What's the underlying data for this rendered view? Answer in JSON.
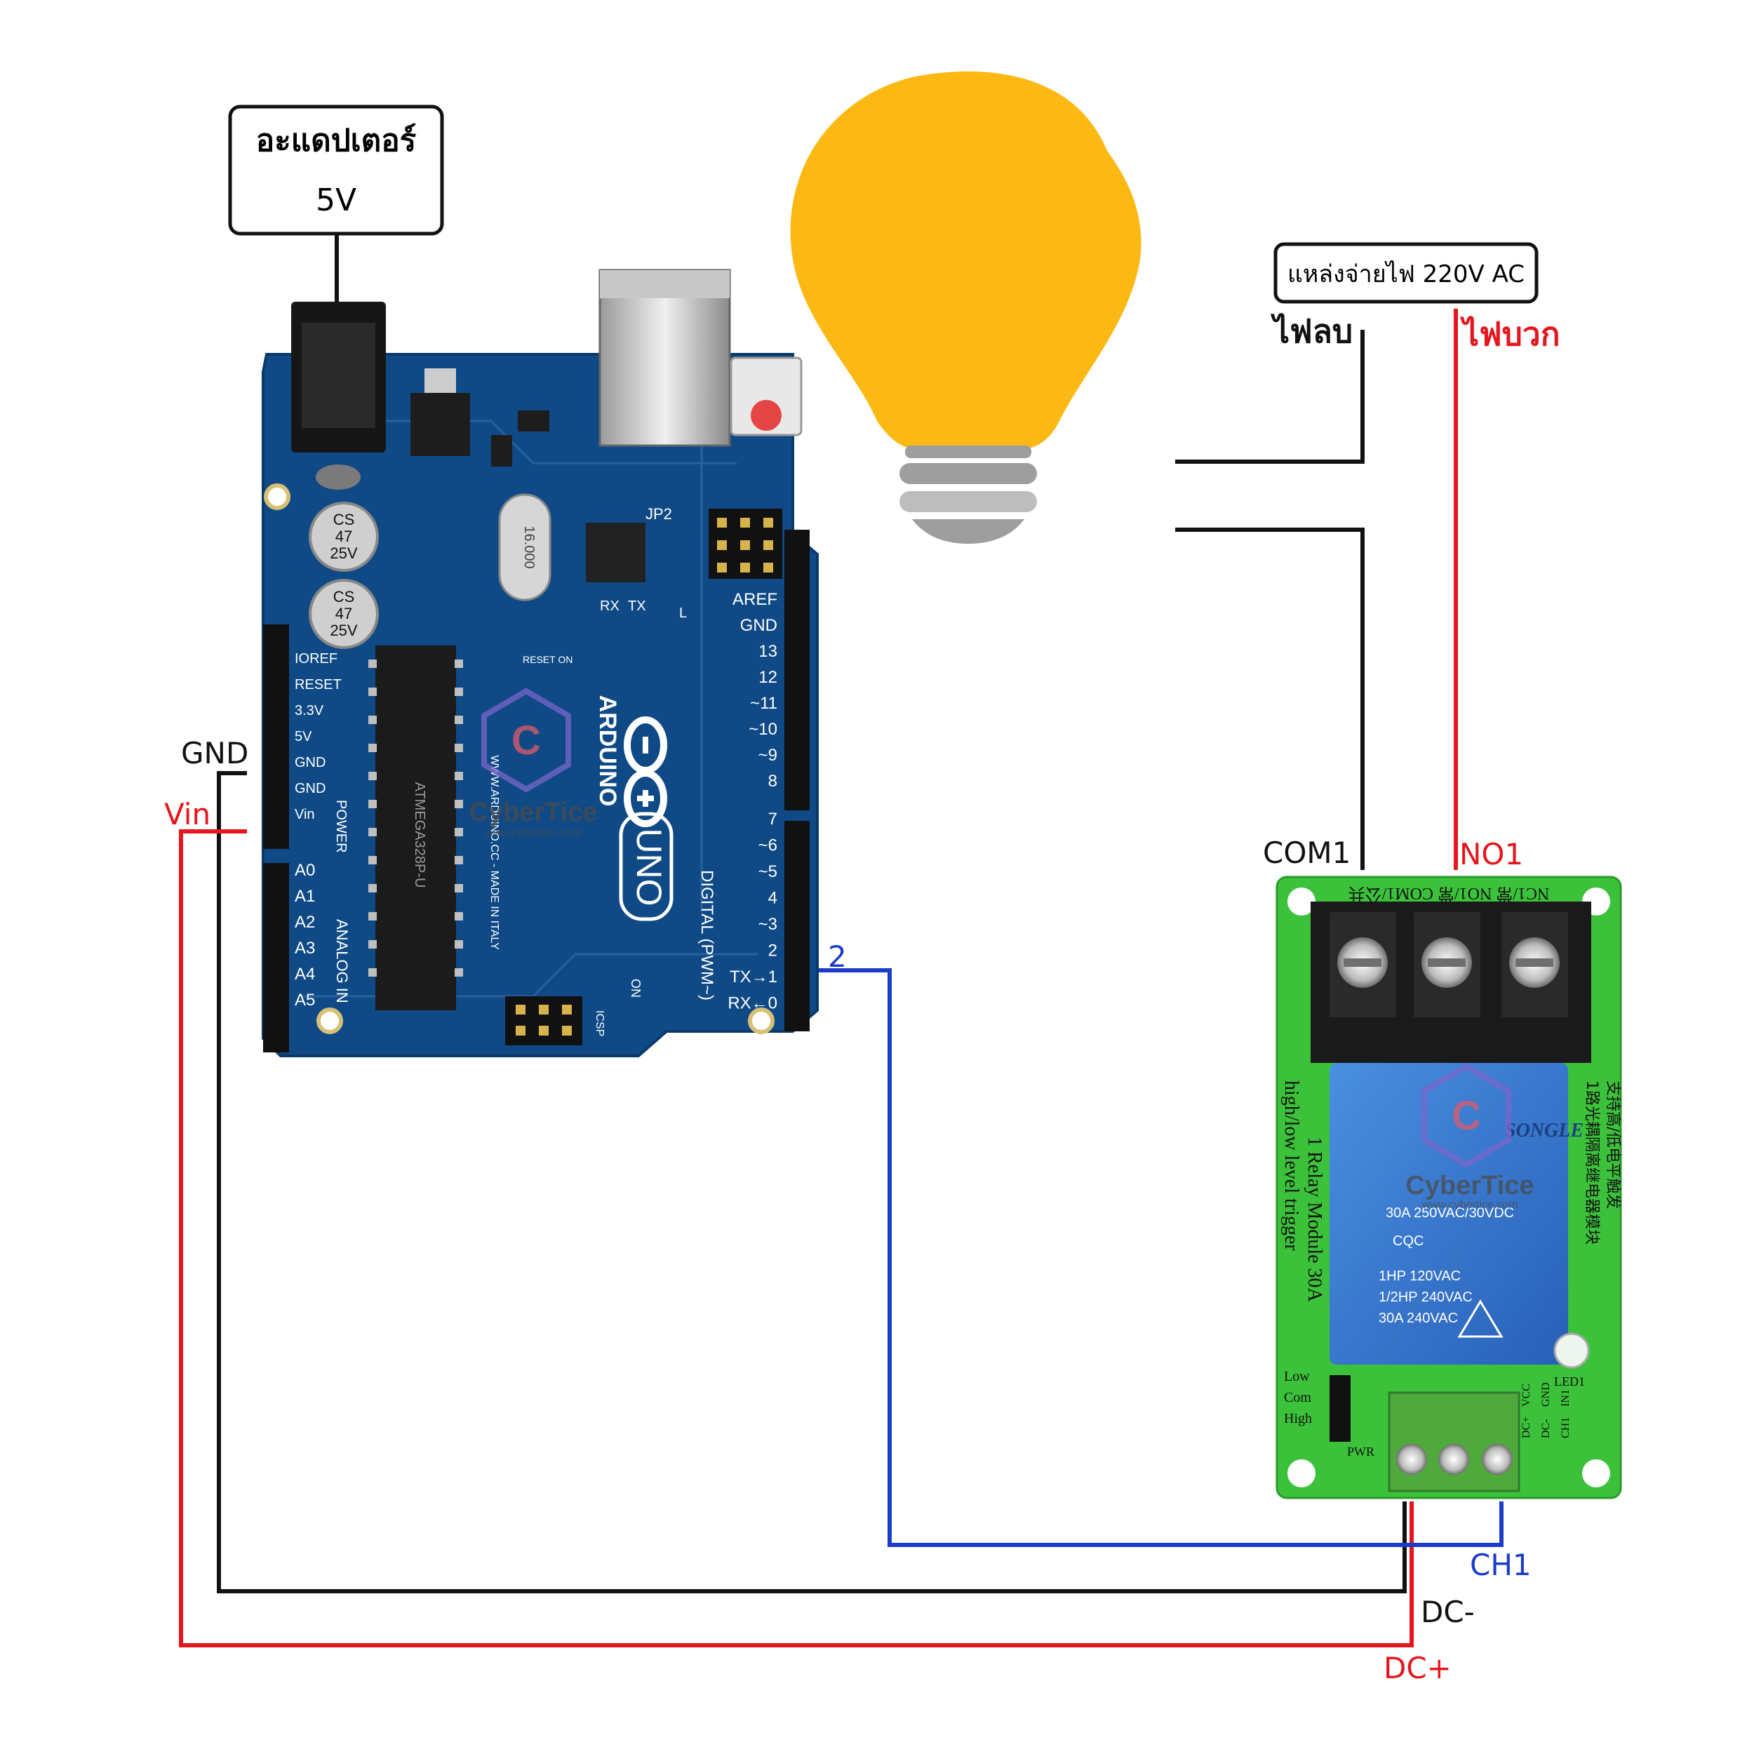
{
  "adapter": {
    "title": "อะแดปเตอร์",
    "voltage": "5V"
  },
  "ac_source": {
    "title": "แหล่งจ่ายไฟ 220V AC",
    "neutral": "ไฟลบ",
    "live": "ไฟบวก"
  },
  "wires": {
    "gnd": "GND",
    "vin": "Vin",
    "pin2": "2",
    "com1": "COM1",
    "no1": "NO1",
    "ch1": "CH1",
    "dc_minus": "DC-",
    "dc_plus": "DC+"
  },
  "arduino": {
    "cap_top": [
      "CS",
      "47",
      "25V"
    ],
    "cap_bottom": [
      "CS",
      "47",
      "25V"
    ],
    "power_pins": [
      "IOREF",
      "RESET",
      "3.3V",
      "5V",
      "GND",
      "GND",
      "Vin"
    ],
    "power_label": "POWER",
    "analog_pins": [
      "A0",
      "A1",
      "A2",
      "A3",
      "A4",
      "A5"
    ],
    "analog_label": "ANALOG IN",
    "digital_pins_top": [
      "AREF",
      "GND",
      "13",
      "12",
      "~11",
      "~10",
      "~9",
      "8"
    ],
    "digital_pins_bottom": [
      "7",
      "~6",
      "~5",
      "4",
      "~3",
      "2",
      "TX→1",
      "RX←0"
    ],
    "digital_label": "DIGITAL (PWM~)",
    "brand": "ARDUINO",
    "model": "UNO",
    "site": "WWW.ARDUINO.CC - MADE IN ITALY",
    "chip_text": "ATMEGA328P-U",
    "crystal": "16.000",
    "jp2": "JP2",
    "rx": "RX",
    "tx": "TX",
    "l": "L",
    "on": "ON",
    "reset_on": "RESET ON",
    "icsp": "ICSP"
  },
  "relay": {
    "terminals": "NC1/常 NO1/常 COM1/公共",
    "brand": "SONGLE",
    "ratings": [
      "30A 250VAC/30VDC",
      "1HP 120VAC",
      "1/2HP 240VAC",
      "30A 240VAC"
    ],
    "cqc": "CQC",
    "side_en": [
      "1 Relay Module 30A",
      "high/low level trigger"
    ],
    "side_cn": [
      "1路光耦隔离继电器模块",
      "支持高/低电平触发"
    ],
    "jumper": [
      "Low",
      "Com",
      "High"
    ],
    "pwr": "PWR",
    "led1": "LED1",
    "input_pins": [
      "DC+",
      "DC-",
      "CH1"
    ],
    "input_pins2": [
      "VCC",
      "GND",
      "IN1"
    ]
  },
  "watermark": {
    "name": "CyberTice",
    "url": "www.cybertice.com"
  },
  "colors": {
    "live": "#e5161d",
    "signal": "#1a3cc8",
    "ground": "#111111",
    "bulb": "#fdb913",
    "board": "#0f4a86",
    "relay_board": "#3cc23a"
  }
}
